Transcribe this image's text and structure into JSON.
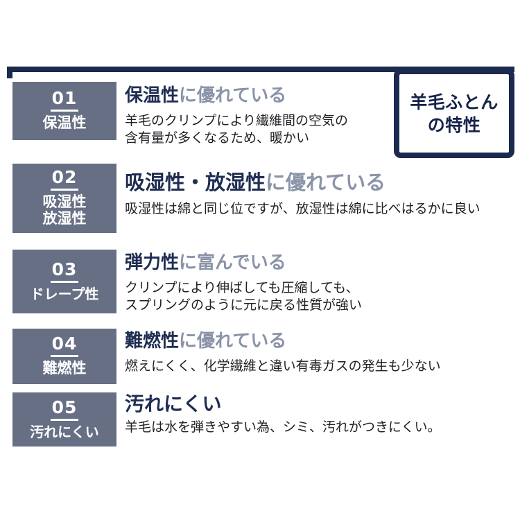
{
  "title_box": {
    "line1": "羊毛ふとん",
    "line2": "の特性"
  },
  "colors": {
    "navy": "#1b2a4e",
    "heading_main": "#1f2d52",
    "heading_sub": "#8a93a8",
    "badge_bg": "#676f84",
    "badge_text": "#ffffff",
    "body_text": "#1f1f24",
    "background": "#ffffff"
  },
  "items": [
    {
      "number": "01",
      "badge_label_line1": "保温性",
      "badge_label_line2": "",
      "heading_main": "保温性",
      "heading_sub": "に優れている",
      "desc_line1": "羊毛のクリンプにより繊維間の空気の",
      "desc_line2": "含有量が多くなるため、暖かい"
    },
    {
      "number": "02",
      "badge_label_line1": "吸湿性",
      "badge_label_line2": "放湿性",
      "heading_main": "吸湿性・放湿性",
      "heading_sub": "に優れている",
      "desc_line1": "吸湿性は綿と同じ位ですが、放湿性は綿に比べはるかに良い",
      "desc_line2": ""
    },
    {
      "number": "03",
      "badge_label_line1": "ドレープ性",
      "badge_label_line2": "",
      "heading_main": "弾力性",
      "heading_sub": "に富んでいる",
      "desc_line1": "クリンプにより伸ばしても圧縮しても、",
      "desc_line2": "スプリングのように元に戻る性質が強い"
    },
    {
      "number": "04",
      "badge_label_line1": "難燃性",
      "badge_label_line2": "",
      "heading_main": "難燃性",
      "heading_sub": "に優れている",
      "desc_line1": "燃えにくく、化学繊維と違い有毒ガスの発生も少ない",
      "desc_line2": ""
    },
    {
      "number": "05",
      "badge_label_line1": "汚れにくい",
      "badge_label_line2": "",
      "heading_main": "汚れにくい",
      "heading_sub": "",
      "desc_line1": "羊毛は水を弾きやすい為、シミ、汚れがつきにくい。",
      "desc_line2": ""
    }
  ]
}
